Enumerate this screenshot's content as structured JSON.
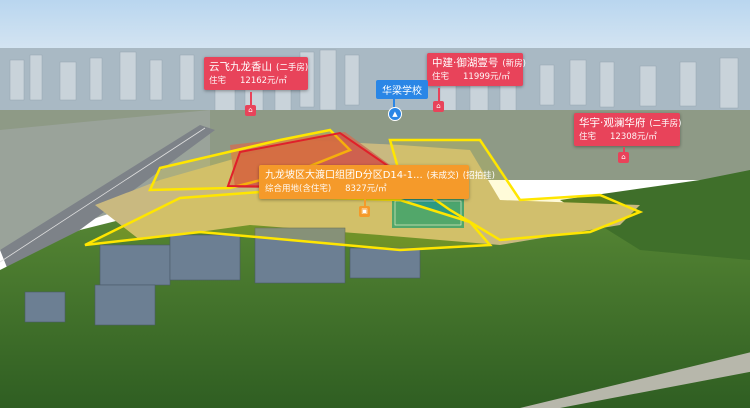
{
  "colors": {
    "listing_card": "#e8435a",
    "target_card": "#f59a2a",
    "school_badge": "#2a86e6",
    "boundary_yellow": "#ffe600",
    "boundary_red": "#e0202a"
  },
  "listings": [
    {
      "title": "云飞九龙香山",
      "tag": "(二手房)",
      "type": "住宅",
      "price": "12162元/㎡"
    },
    {
      "title": "中建·御湖壹号",
      "tag": "(新房)",
      "type": "住宅",
      "price": "11999元/㎡"
    },
    {
      "title": "华宇·观澜华府",
      "tag": "(二手房)",
      "type": "住宅",
      "price": "12308元/㎡"
    }
  ],
  "target": {
    "title": "九龙坡区大渡口组团D分区D14-1...",
    "status": "(未成交)",
    "mode": "(招拍挂)",
    "type": "综合用地(含住宅)",
    "price": "8327元/㎡"
  },
  "school": {
    "label": "华梁学校",
    "icon": "school-icon"
  }
}
